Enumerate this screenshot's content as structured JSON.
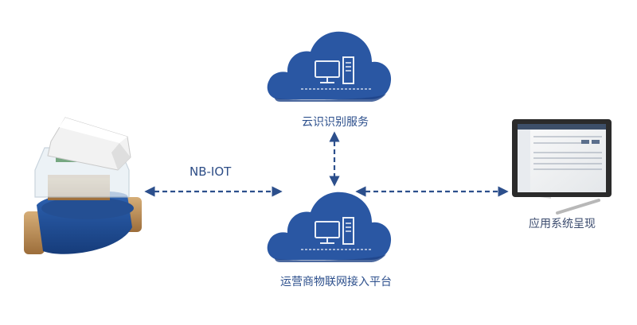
{
  "labels": {
    "protocol": "NB-IOT",
    "cloud_recognition_service": "云识识别服务",
    "carrier_iot_platform": "运营商物联网接入平台",
    "app_display": "应用系统呈现"
  },
  "colors": {
    "cloud": "#2a57a3",
    "cloud_dark": "#1f4487",
    "arrow": "#2c4f8c",
    "text": "#2c4f8c",
    "meter_body": "#1f4f9a",
    "meter_brass": "#b98d57"
  },
  "icons": {
    "cloud_top": "cloud-server-icon",
    "cloud_bottom": "cloud-server-icon",
    "meter": "water-meter-image",
    "tablet": "tablet-image"
  }
}
